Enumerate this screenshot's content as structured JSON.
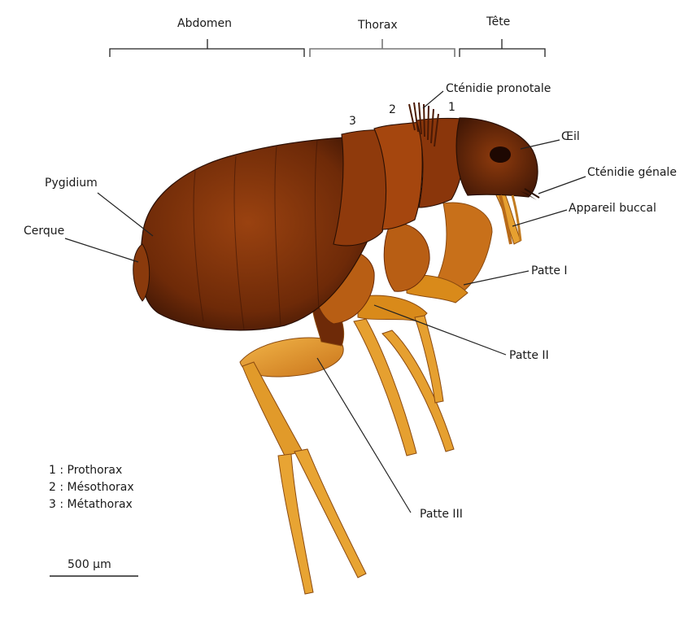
{
  "regions": {
    "abdomen": "Abdomen",
    "thorax": "Thorax",
    "tete": "Tête"
  },
  "segments": [
    "3",
    "2",
    "1"
  ],
  "labels": {
    "ctenidie_pronotale": "Cténidie pronotale",
    "oeil": "Œil",
    "ctenidie_genale": "Cténidie génale",
    "appareil_buccal": "Appareil buccal",
    "pygidium": "Pygidium",
    "cerque": "Cerque",
    "patte_1": "Patte I",
    "patte_2": "Patte II",
    "patte_3": "Patte III"
  },
  "legend": [
    "1 : Prothorax",
    "2 : Mésothorax",
    "3 : Métathorax"
  ],
  "scale_bar": "500 µm",
  "colors": {
    "body_dark": "#3b1606",
    "body_mid": "#8a3a0c",
    "body_light": "#c4670f",
    "leg": "#d98a1a",
    "leg_light": "#f0b040",
    "line": "#222222"
  }
}
